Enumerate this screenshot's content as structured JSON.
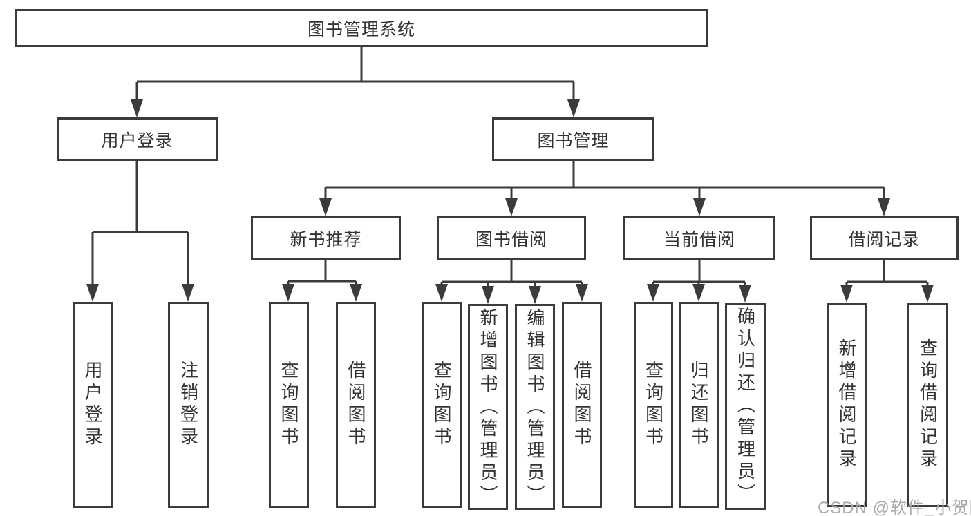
{
  "colors": {
    "line": "#3b3b3b",
    "text": "#333333",
    "background": "#ffffff",
    "watermark": "#aaaaaa"
  },
  "root": {
    "label": "图书管理系统"
  },
  "branches": [
    {
      "label": "用户登录",
      "children": [
        {
          "label": "用户登录"
        },
        {
          "label": "注销登录"
        }
      ]
    },
    {
      "label": "图书管理",
      "children": [
        {
          "label": "新书推荐",
          "children": [
            {
              "label": "查询图书"
            },
            {
              "label": "借阅图书"
            }
          ]
        },
        {
          "label": "图书借阅",
          "children": [
            {
              "label": "查询图书"
            },
            {
              "label": "新增图书（管理员）"
            },
            {
              "label": "编辑图书（管理员）"
            },
            {
              "label": "借阅图书"
            }
          ]
        },
        {
          "label": "当前借阅",
          "children": [
            {
              "label": "查询图书"
            },
            {
              "label": "归还图书"
            },
            {
              "label": "确认归还（管理员）"
            }
          ]
        },
        {
          "label": "借阅记录",
          "children": [
            {
              "label": "新增借阅记录"
            },
            {
              "label": "查询借阅记录"
            }
          ]
        }
      ]
    }
  ],
  "watermark": {
    "text": "CSDN @软件_小贺同学"
  }
}
